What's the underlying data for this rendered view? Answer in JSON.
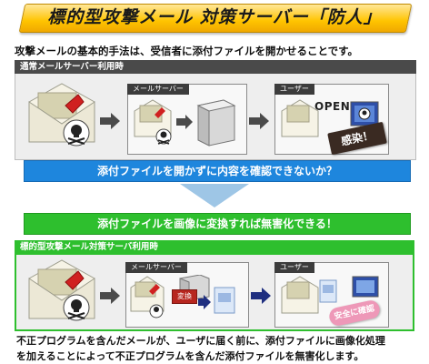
{
  "title": "標的型攻撃メール 対策サーバー「防人」",
  "intro": "攻撃メールの基本的手法は、受信者に添付ファイルを開かせることです。",
  "normal_panel": {
    "header": "通常メールサーバー利用時",
    "mail_server_label": "メールサーバー",
    "user_label": "ユーザー",
    "open_label": "OPEN",
    "infected_label": "感染！"
  },
  "question": "添付ファイルを開かずに内容を確認できないか？",
  "solution": "添付ファイルを画像に変換すれば無害化できる！",
  "fort_panel": {
    "header": "標的型攻撃メール対策サーバ利用時",
    "mail_server_label": "メールサーバー",
    "user_label": "ユーザー",
    "convert_label": "変換",
    "safe_label": "安全に確認"
  },
  "footer_lines": [
    "不正プログラムを含んだメールが、ユーザに届く前に、添付ファイルに画像化処理",
    "を加えることによって不正プログラムを含んだ添付ファイルを無害化します。"
  ],
  "colors": {
    "banner": "#ffc400",
    "question": "#1e86dd",
    "solution": "#2ebf2e",
    "infected": "#3a2a22",
    "safe": "#ee98b8"
  },
  "icons": [
    "envelope-icon",
    "skull-icon",
    "arrow-right-icon",
    "server-icon",
    "monitor-icon",
    "down-arrow-icon",
    "image-file-icon"
  ]
}
